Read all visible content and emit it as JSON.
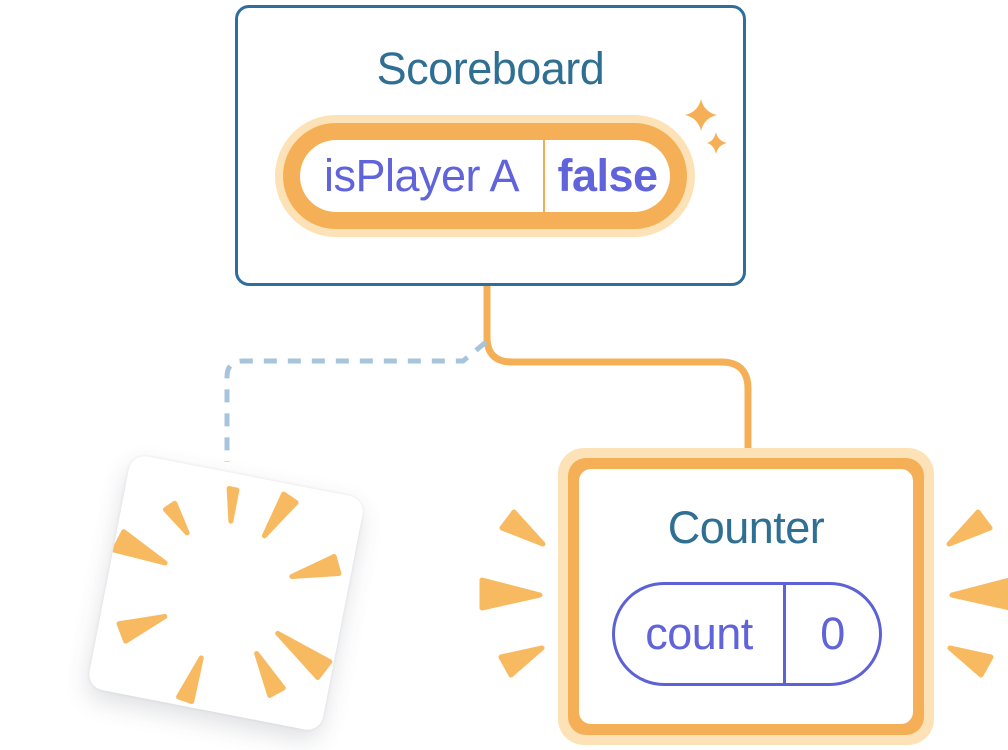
{
  "colors": {
    "background": "#ffffff",
    "card_border_blue": "#2f6d9d",
    "title_text_blue": "#2e6f93",
    "state_text_purple": "#6163db",
    "pill_border_purple": "#5c61d6",
    "orange": "#f5b057",
    "orange_pale": "#fce2b6",
    "burst_orange": "#f8ba61",
    "dashed_line_blue": "#a6c4db"
  },
  "scoreboard": {
    "title": "Scoreboard",
    "pill": {
      "key": "isPlayer A",
      "value": "false"
    },
    "icon": "sparkles-icon"
  },
  "counter": {
    "title": "Counter",
    "pill": {
      "key": "count",
      "value": "0"
    },
    "icon": "burst-rays-icon"
  },
  "removed_card": {
    "icon": "poof-burst-icon"
  },
  "connectors": {
    "solid": "scoreboard-to-counter",
    "dashed": "scoreboard-to-removed"
  }
}
